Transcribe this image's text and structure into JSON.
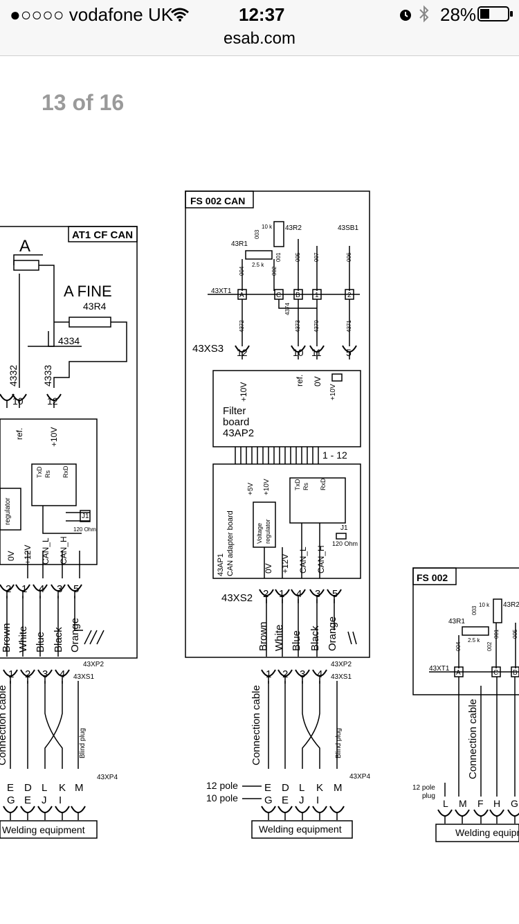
{
  "status_bar": {
    "signal": "●○○○○",
    "carrier": "vodafone UK",
    "time": "12:37",
    "battery": "28%"
  },
  "browser": {
    "domain": "esab.com"
  },
  "document": {
    "page_indicator": "13 of 16"
  },
  "diagram": {
    "left_panel": {
      "title": "AT1 CF CAN",
      "knob_a": "A",
      "knob_fine": "A FINE",
      "pot": "43R4",
      "wire_4334": "4334",
      "wire_4332": "4332",
      "wire_4333": "4333",
      "label_ref": "ref.",
      "label_10v": "+10V",
      "label_regulator": "regulator",
      "txd": "TxD",
      "rs": "Rs",
      "rxd": "RxD",
      "j1": "J1",
      "ohm": "120 Ohm",
      "sig_0v": "0V",
      "sig_12v": "+12V",
      "sig_canl": "CAN_L",
      "sig_canh": "CAN_H",
      "wire_brown": "Brown",
      "wire_white": "White",
      "wire_blue": "Blue",
      "wire_black": "Black",
      "wire_orange": "Orange",
      "xp2": "43XP2",
      "xs1": "43XS1",
      "xp4": "43XP4",
      "blind_plug": "Blind plug",
      "connection_cable": "Connection cable",
      "welding": "Welding equipment"
    },
    "middle_panel": {
      "title": "FS 002 CAN",
      "r1": "43R1",
      "r2": "43R2",
      "sb1": "43SB1",
      "r1_val": "2.5 k",
      "r2_val": "10 k",
      "xt1": "43XT1",
      "xs3": "43XS3",
      "xs2": "43XS2",
      "w003": "003",
      "w004": "004",
      "w001": "001",
      "w002": "002",
      "w005": "005",
      "w007": "007",
      "w006": "006",
      "w4374": "4374",
      "w4372": "4372",
      "w4373": "4373",
      "w4370": "4370",
      "w4371": "4371",
      "term_a": "A",
      "term_c": "C",
      "term_b": "B",
      "term_1": "1",
      "term_2": "2",
      "pin12": "12",
      "pin10": "10",
      "pin11": "11",
      "pin5": "5",
      "label_10v": "+10V",
      "label_ref": "ref.",
      "label_0v": "0V",
      "label_5v": "+5V",
      "filter1": "Filter",
      "filter2": "board",
      "filter3": "43AP2",
      "range": "1 - 12",
      "ap1": "43AP1",
      "adapter": "CAN adapter board",
      "vreg1": "Voltage",
      "vreg2": "regulator",
      "txd": "TxD",
      "rs": "Rs",
      "rxd": "RxD",
      "j1": "J1",
      "ohm": "120 Ohm",
      "sig_0v": "0V",
      "sig_12v": "+12V",
      "sig_canl": "CAN_L",
      "sig_canh": "CAN_H",
      "wire_brown": "Brown",
      "wire_white": "White",
      "wire_blue": "Blue",
      "wire_black": "Black",
      "wire_orange": "Orange",
      "xp2": "43XP2",
      "xs1": "43XS1",
      "xp4": "43XP4",
      "connection_cable": "Connection cable",
      "blind_plug": "Blind plug",
      "pole12": "12 pole",
      "pole10": "10 pole",
      "welding": "Welding equipment"
    },
    "right_panel": {
      "title": "FS 002",
      "r1": "43R1",
      "r2": "43R2",
      "r1_val": "2.5 k",
      "r2_val": "10 k",
      "xt1": "43XT1",
      "w003": "003",
      "w004": "004",
      "w001": "001",
      "w002": "002",
      "w005": "005",
      "term_a": "A",
      "term_c": "C",
      "term_b": "B",
      "connection_cable": "Connection cable",
      "plug1": "12 pole",
      "plug2": "plug",
      "welding": "Welding equipment"
    },
    "pins_top": [
      "1",
      "2",
      "3",
      "4"
    ],
    "pins_bottom_row1": [
      "E",
      "D",
      "L",
      "K",
      "M"
    ],
    "pins_bottom_row2": [
      "G",
      "E",
      "J",
      "I"
    ],
    "pins_5": [
      "2",
      "1",
      "4",
      "3",
      "5"
    ],
    "right_pins": [
      "L",
      "M",
      "F",
      "H",
      "G"
    ]
  }
}
